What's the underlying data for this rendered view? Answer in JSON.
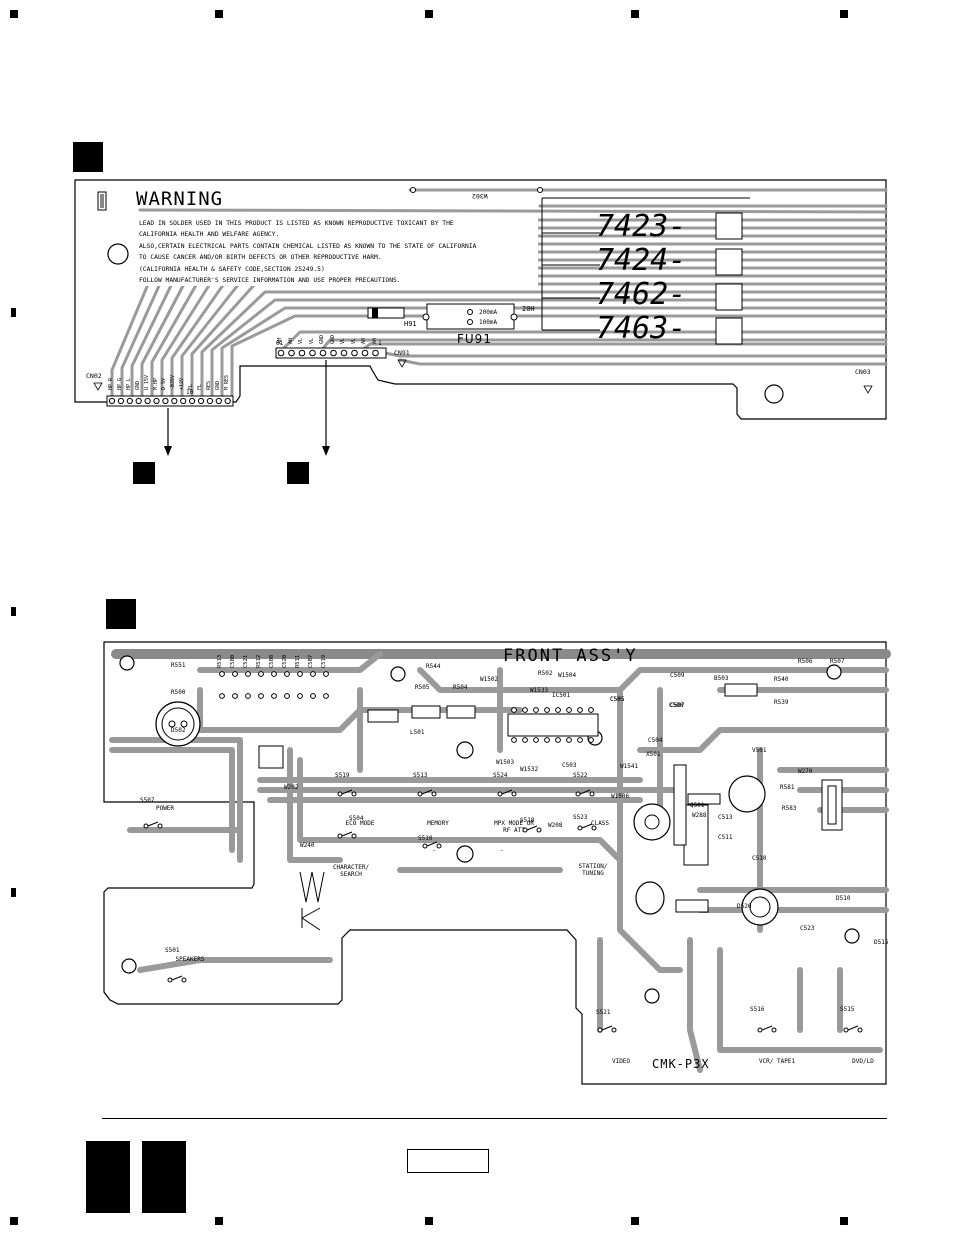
{
  "panel_a": {
    "warning": {
      "title": "WARNING",
      "lines": [
        "LEAD IN SOLDER USED IN THIS PRODUCT IS LISTED AS KNOWN REPRODUCTIVE TOXICANT BY THE",
        "CALIFORNIA HEALTH AND WELFARE AGENCY.",
        "ALSO,CERTAIN ELECTRICAL PARTS CONTAIN CHEMICAL LISTED AS KNOWN TO THE STATE OF CALIFORNIA",
        "TO CAUSE CANCER AND/OR BIRTH DEFECTS OR OTHER REPRODUCTIVE HARM.",
        "(CALIFORNIA HEALTH & SAFETY CODE,SECTION 25249.5)",
        "FOLLOW MANUFACTURER'S SERVICE INFORMATION AND USE PROPER PRECAUTIONS."
      ]
    },
    "part_numbers": [
      "7423-",
      "7424-",
      "7462-",
      "7463-"
    ],
    "fuse": {
      "label": "FU91",
      "ref_left": "H91",
      "ref_right": "20H",
      "rating_1": "200mA",
      "rating_2": "100mA"
    },
    "connectors": {
      "cn02": "CN02",
      "cn91": "CN91",
      "cn03": "CN03",
      "cn02_pins": [
        "HP R",
        "HP G",
        "HP L",
        "GND",
        "U 15V",
        "M.HP",
        "D 5V",
        "-B35V",
        "+12V",
        "FL",
        "FL",
        "RES",
        "GND",
        "M RES"
      ],
      "cn91_pins": [
        "AH",
        "AH",
        "VL",
        "VL",
        "GND",
        "GND",
        "VL",
        "VL",
        "AH",
        "AH"
      ],
      "cn91_pin_markers": {
        "first": "01",
        "last": "1"
      },
      "cn02_pin_marker": "10",
      "top_ref": "W302"
    }
  },
  "panel_b": {
    "title": "FRONT ASS'Y",
    "board_code": "CMK-P3X",
    "switches": [
      {
        "ref": "S507",
        "label": "POWER"
      },
      {
        "ref": "S501",
        "label": "SPEAKERS"
      },
      {
        "ref": "S519",
        "label": "ECO MODE"
      },
      {
        "ref": "S513",
        "label": "MEMORY"
      },
      {
        "ref": "S524",
        "label": "MPX MODE OR RF ATT"
      },
      {
        "ref": "S522",
        "label": "CLASS"
      },
      {
        "ref": "S504",
        "label": "CHARACTER/ SEARCH"
      },
      {
        "ref": "S510",
        "label": ""
      },
      {
        "ref": "S518",
        "label": ""
      },
      {
        "ref": "S523",
        "label": "STATION/ TUNING"
      },
      {
        "ref": "S521",
        "label": "VIDEO"
      },
      {
        "ref": "S516",
        "label": "VCR/ TAPE1"
      },
      {
        "ref": "S515",
        "label": "DVD/LD"
      }
    ],
    "misc_labels": {
      "led": "D502",
      "ic": "IC501",
      "l501": "L501",
      "x501": "X501",
      "q501": "Q501",
      "vr501": "V501",
      "d510": "D510",
      "d520": "D520",
      "c509": "C509",
      "c508": "C508",
      "c507": "C507",
      "c505": "C505",
      "c504": "C504",
      "c503": "C503",
      "c513": "C513",
      "c511": "C511",
      "c510": "C510",
      "c523": "C523",
      "r551": "R551",
      "r500": "R500",
      "r544": "R544",
      "r505": "R505",
      "r504": "R504",
      "r502": "R502",
      "r506": "R506",
      "r507": "R507",
      "r540": "R540",
      "r539": "R539",
      "r581": "R581",
      "r583": "R583",
      "w270": "W270",
      "w202": "W202",
      "w208": "W208",
      "w288": "W288",
      "w240": "W240",
      "w1502": "W1502",
      "w1504": "W1504",
      "w1533": "W1533",
      "w1532": "W1532",
      "w1503": "W1503",
      "w1541": "W1541",
      "w1506": "W1506",
      "b503": "B503",
      "cn505": "C505",
      "d515": "D515",
      "dash1": "-",
      "dash2": "-"
    },
    "top_refs": [
      "R513",
      "C500",
      "C521",
      "R512",
      "C508",
      "C520",
      "R511",
      "C507",
      "C519"
    ]
  },
  "footer": {
    "page_box": ""
  }
}
